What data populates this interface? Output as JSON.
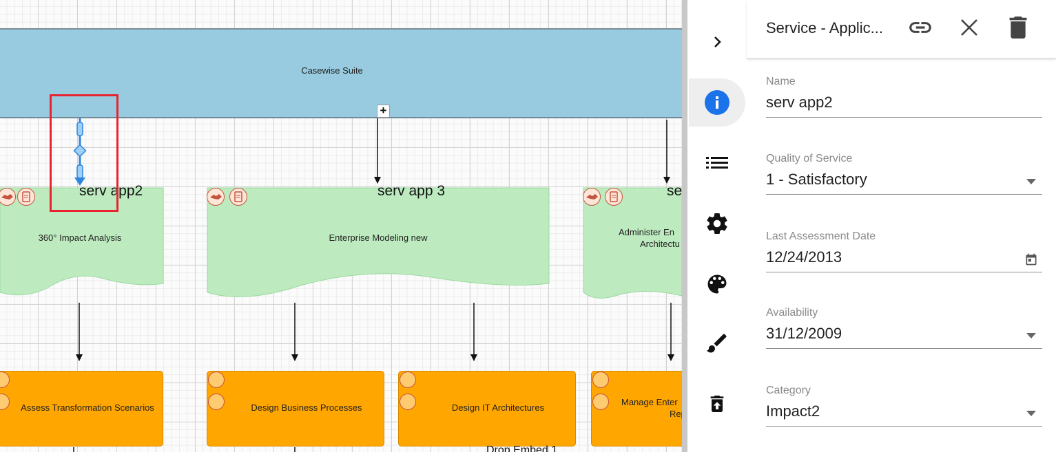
{
  "canvas": {
    "suite_label": "Casewise Suite",
    "plus_label": "+",
    "services": [
      {
        "title": "serv app2",
        "label": "360° Impact Analysis"
      },
      {
        "title": "serv app 3",
        "label": "Enterprise Modeling new"
      },
      {
        "title": "se",
        "label_line1": "Administer En",
        "label_line2": "Architectu"
      }
    ],
    "processes": [
      {
        "label": "Assess Transformation Scenarios"
      },
      {
        "label": "Design Business Processes"
      },
      {
        "label": "Design IT Architectures"
      },
      {
        "label_line1": "Manage Enter",
        "label_line2": "Rep"
      }
    ],
    "bottom_fragment": "Drop Embed 1"
  },
  "rail": {
    "items": [
      {
        "icon": "chevron-right-icon"
      },
      {
        "icon": "info-icon",
        "active": true,
        "color": "#1a73e8"
      },
      {
        "icon": "list-icon"
      },
      {
        "icon": "gear-icon"
      },
      {
        "icon": "palette-icon"
      },
      {
        "icon": "brush-icon"
      },
      {
        "icon": "delete-restore-icon"
      }
    ]
  },
  "panel": {
    "title": "Service - Applic...",
    "header_icons": [
      "link-icon",
      "close-icon",
      "trash-icon"
    ],
    "fields": {
      "name": {
        "label": "Name",
        "value": "serv app2"
      },
      "quality": {
        "label": "Quality of Service",
        "value": "1 - Satisfactory"
      },
      "assessment": {
        "label": "Last Assessment Date",
        "value": "12/24/2013"
      },
      "availability": {
        "label": "Availability",
        "value": "31/12/2009"
      },
      "category": {
        "label": "Category",
        "value": "Impact2"
      }
    }
  },
  "colors": {
    "suite": "#98cbe0",
    "service": "#bdebbf",
    "process": "#ffa600",
    "selection": "#e8222e",
    "accent": "#1a73e8"
  }
}
